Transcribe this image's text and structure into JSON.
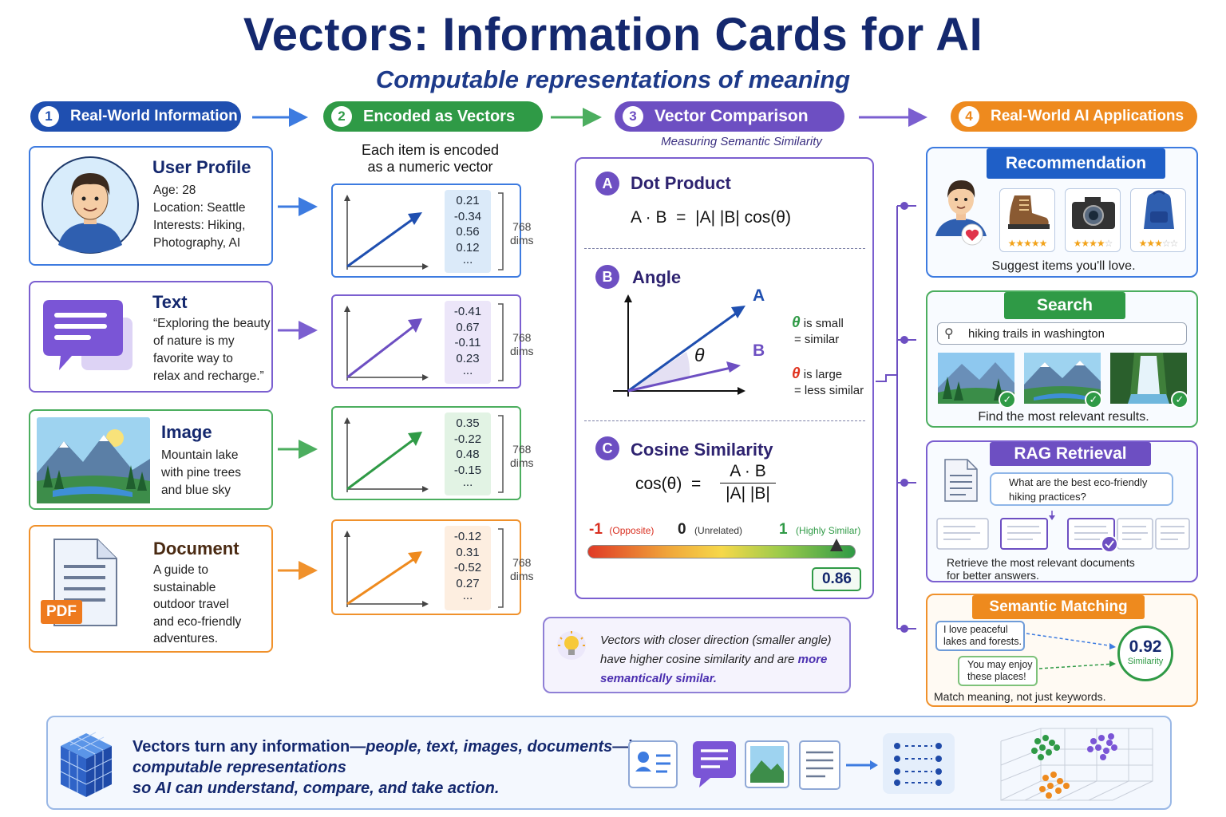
{
  "header": {
    "title": "Vectors: Information Cards for AI",
    "subtitle": "Computable representations of meaning"
  },
  "steps": [
    {
      "num": "1",
      "label": "Real-World Information"
    },
    {
      "num": "2",
      "label": "Encoded as Vectors"
    },
    {
      "num": "3",
      "label": "Vector Comparison"
    },
    {
      "num": "4",
      "label": "Real-World AI Applications"
    }
  ],
  "colors": {
    "blue": "#1f5fbf",
    "green": "#2f9a46",
    "purple": "#6d4fc2",
    "orange": "#ee8a1e",
    "navy": "#14286e"
  },
  "info_cards": [
    {
      "title": "User Profile",
      "lines": [
        "Age: 28",
        "Location: Seattle",
        "Interests: Hiking,",
        "Photography, AI"
      ]
    },
    {
      "title": "Text",
      "lines": [
        "“Exploring the beauty",
        "of nature is my",
        "favorite way to",
        "relax and recharge.”"
      ]
    },
    {
      "title": "Image",
      "lines": [
        "Mountain lake",
        "with pine trees",
        "and blue sky"
      ]
    },
    {
      "title": "Document",
      "lines": [
        "A guide to",
        "sustainable",
        "outdoor travel",
        "and eco-friendly",
        "adventures."
      ],
      "badge": "PDF"
    }
  ],
  "encoding": {
    "caption_1": "Each item is encoded",
    "caption_2": "as a numeric vector",
    "dims_1": "768",
    "dims_2": "dims",
    "vectors": [
      [
        "0.21",
        "-0.34",
        "0.56",
        "0.12",
        "..."
      ],
      [
        "-0.41",
        "0.67",
        "-0.11",
        "0.23",
        "..."
      ],
      [
        "0.35",
        "-0.22",
        "0.48",
        "-0.15",
        "..."
      ],
      [
        "-0.12",
        "0.31",
        "-0.52",
        "0.27",
        "..."
      ]
    ]
  },
  "comparison": {
    "subtitle": "Measuring Semantic Similarity",
    "dot": {
      "letter": "A",
      "label": "Dot Product",
      "formula": "A · B  =  |A| |B| cos(θ)"
    },
    "angle": {
      "letter": "B",
      "label": "Angle",
      "vec_a": "A",
      "vec_b": "B",
      "theta": "θ",
      "small_1": "is small",
      "small_2": "= similar",
      "large_1": "is large",
      "large_2": "= less similar"
    },
    "cosine": {
      "letter": "C",
      "label": "Cosine Similarity",
      "lhs": "cos(θ)  =",
      "num": "A · B",
      "den": "|A| |B|",
      "neg": "-1",
      "neg_label": "(Opposite)",
      "zero": "0",
      "zero_label": "(Unrelated)",
      "pos": "1",
      "pos_label": "(Highly Similar)",
      "value": 0.86,
      "value_text": "0.86"
    },
    "tip": {
      "line1": "Vectors with closer direction (smaller angle)",
      "line2a": "have higher cosine similarity and are ",
      "line2b": "more",
      "line3": "semantically similar."
    }
  },
  "apps": {
    "recommendation": {
      "title": "Recommendation",
      "caption": "Suggest items you'll love.",
      "ratings": [
        5,
        4,
        3
      ]
    },
    "search": {
      "title": "Search",
      "query": "hiking trails in washington",
      "caption": "Find the most relevant results."
    },
    "rag": {
      "title": "RAG Retrieval",
      "question_1": "What are the best eco-friendly",
      "question_2": "hiking practices?",
      "caption_1": "Retrieve the most relevant documents",
      "caption_2": "for better answers."
    },
    "matching": {
      "title": "Semantic Matching",
      "msg1_1": "I love peaceful",
      "msg1_2": "lakes and forests.",
      "msg2_1": "You may enjoy",
      "msg2_2": "these places!",
      "score": "0.92",
      "score_label": "Similarity",
      "caption": "Match meaning, not just keywords."
    }
  },
  "footer": {
    "line1a": "Vectors turn any information—",
    "line1b": "people, text, images, documents",
    "line1c": "—into",
    "line2": "computable representations",
    "line3": "so AI can understand, compare, and take action."
  }
}
